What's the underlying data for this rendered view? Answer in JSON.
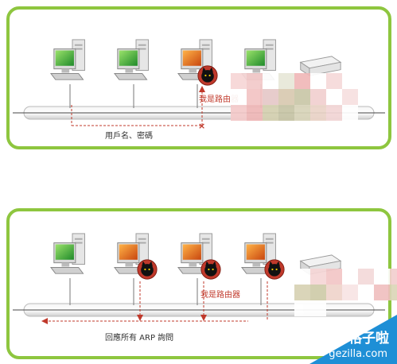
{
  "top_panel": {
    "router_claim": "我是路由器",
    "request_label": "用戶名、密碼"
  },
  "bottom_panel": {
    "router_claim": "我是路由器",
    "reply_label": "回應所有 ARP 詢問"
  },
  "watermark": {
    "brand": "格子啦",
    "domain": "gezilla.com"
  },
  "colors": {
    "frame": "#8ec63f",
    "arrow": "#c0392b",
    "screen_normal": "#3aa83a",
    "screen_infected": "#e0641a",
    "watermark_bg": "#1e8fd6"
  },
  "icons": [
    "computer-icon",
    "attacker-cat-icon",
    "router-icon"
  ]
}
